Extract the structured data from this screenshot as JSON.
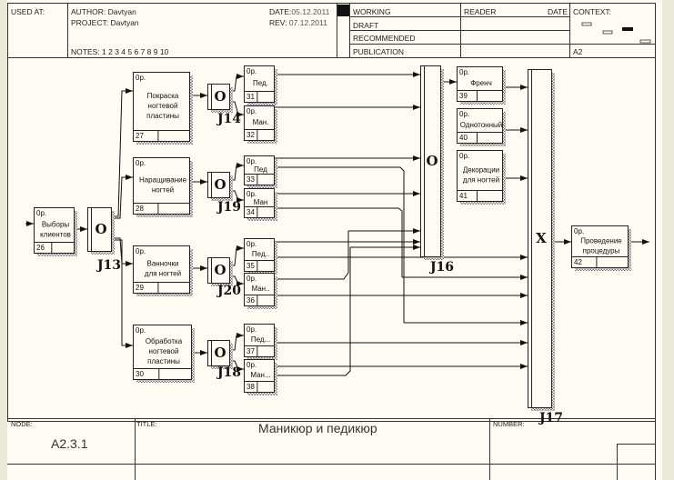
{
  "header": {
    "used_at_label": "USED AT:",
    "author_label": "AUTHOR:",
    "author": "Davtyan",
    "project_label": "PROJECT:",
    "project": "Davtyan",
    "date_label": "DATE:",
    "date": "05.12.2011",
    "rev_label": "REV:",
    "rev": "07.12.2011",
    "notes_label": "NOTES:",
    "notes": "1  2  3  4  5  6  7  8  9  10",
    "status": [
      "WORKING",
      "DRAFT",
      "RECOMMENDED",
      "PUBLICATION"
    ],
    "active_status": "WORKING",
    "reader_label": "READER",
    "reader_date_label": "DATE",
    "context_label": "CONTEXT:",
    "context_node": "A2"
  },
  "footer": {
    "node_label": "NODE:",
    "node": "A2.3.1",
    "title_label": "TITLE:",
    "title": "Маникюр и  педикюр",
    "number_label": "NUMBER:"
  },
  "diagram": {
    "uob_prefix": "0р.",
    "boxes": [
      {
        "id": "26",
        "lines": [
          "Выборы",
          "клиентов"
        ]
      },
      {
        "id": "27",
        "lines": [
          "Покраска",
          "ногтевой",
          "пластины"
        ]
      },
      {
        "id": "28",
        "lines": [
          "Наращивание",
          "ногтей"
        ]
      },
      {
        "id": "29",
        "lines": [
          "Ванночки",
          "для ногтей"
        ]
      },
      {
        "id": "30",
        "lines": [
          "Обработка",
          "ногтевой",
          "пластины"
        ]
      },
      {
        "id": "31",
        "lines": [
          "Пед."
        ]
      },
      {
        "id": "32",
        "lines": [
          "Ман."
        ]
      },
      {
        "id": "33",
        "lines": [
          "Пед"
        ]
      },
      {
        "id": "34",
        "lines": [
          "Ман"
        ]
      },
      {
        "id": "35",
        "lines": [
          "Пед.."
        ]
      },
      {
        "id": "36",
        "lines": [
          "Ман.."
        ]
      },
      {
        "id": "37",
        "lines": [
          "Пед..."
        ]
      },
      {
        "id": "38",
        "lines": [
          "Ман..."
        ]
      },
      {
        "id": "39",
        "lines": [
          "Френч"
        ]
      },
      {
        "id": "40",
        "lines": [
          "Однотонный"
        ]
      },
      {
        "id": "41",
        "lines": [
          "Декорации",
          "для ногтей"
        ]
      },
      {
        "id": "42",
        "lines": [
          "Проведение",
          "процедуры"
        ]
      }
    ],
    "junctions": [
      {
        "id": "J13",
        "type": "O"
      },
      {
        "id": "J14",
        "type": "O"
      },
      {
        "id": "J19",
        "type": "O"
      },
      {
        "id": "J20",
        "type": "O"
      },
      {
        "id": "J18",
        "type": "O"
      },
      {
        "id": "J16",
        "type": "O"
      },
      {
        "id": "J17",
        "type": "X"
      }
    ]
  }
}
